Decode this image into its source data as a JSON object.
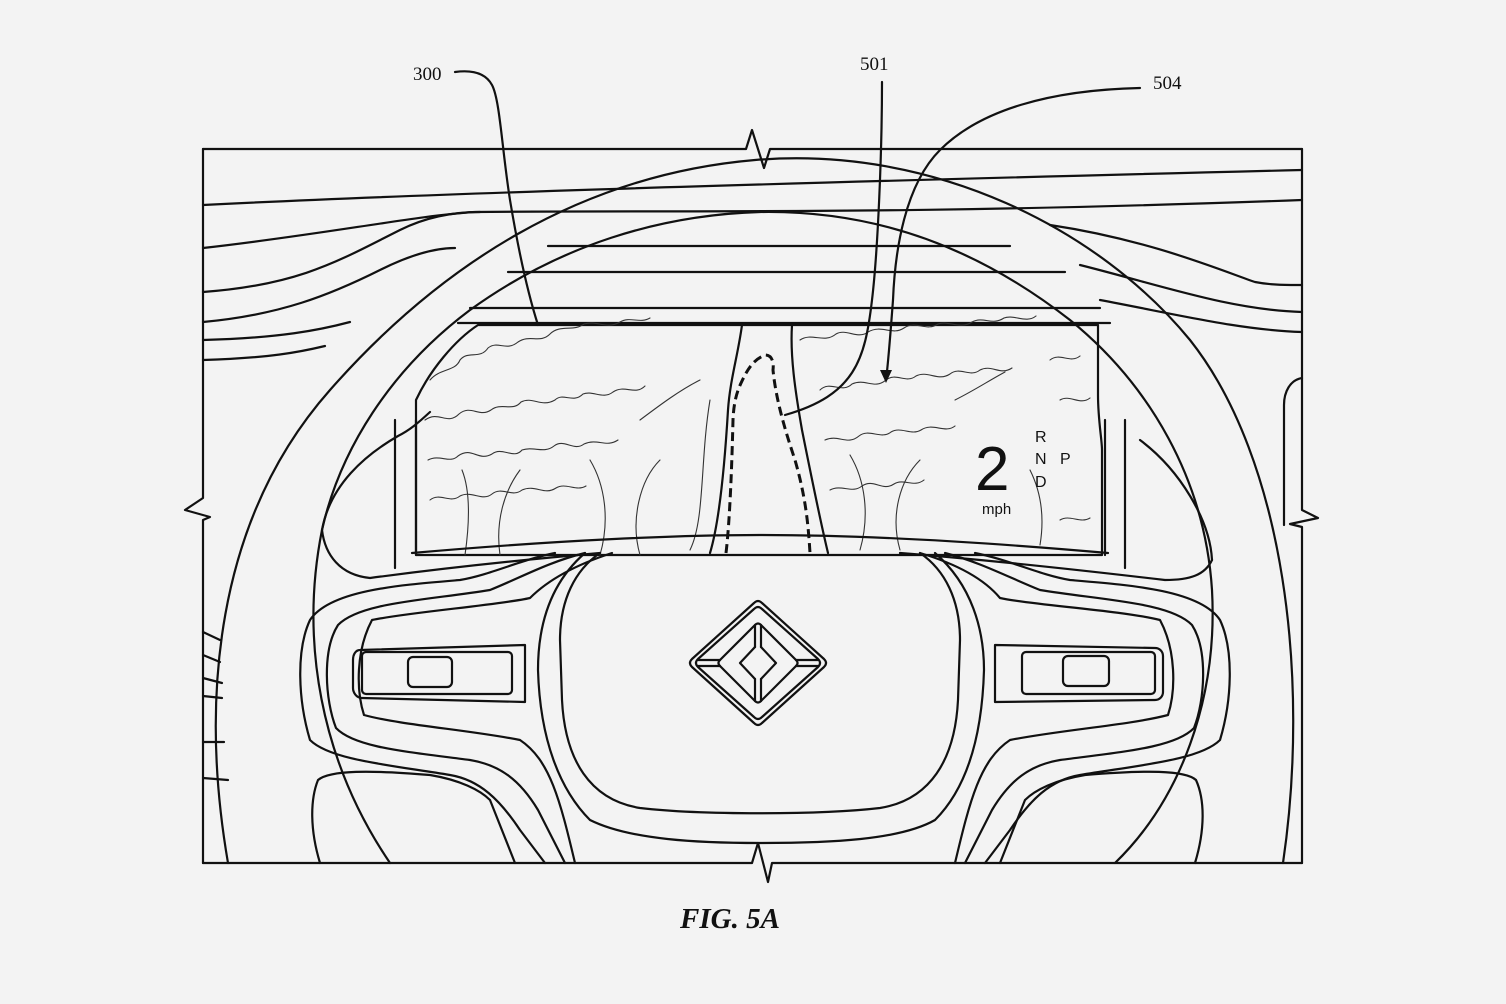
{
  "figure": {
    "caption": "FIG. 5A",
    "subject": "steering wheel with instrument cluster display"
  },
  "reference_numerals": [
    {
      "id": "300",
      "label": "300",
      "target": "display"
    },
    {
      "id": "501",
      "label": "501",
      "target": "path-indicator"
    },
    {
      "id": "504",
      "label": "504",
      "target": "scene-image"
    }
  ],
  "display": {
    "speed_value": "2",
    "speed_unit": "mph",
    "gear_selector": {
      "R": "R",
      "N": "N",
      "D": "D",
      "P": "P"
    }
  },
  "colors": {
    "background": "#f3f3f3",
    "line": "#111111"
  }
}
